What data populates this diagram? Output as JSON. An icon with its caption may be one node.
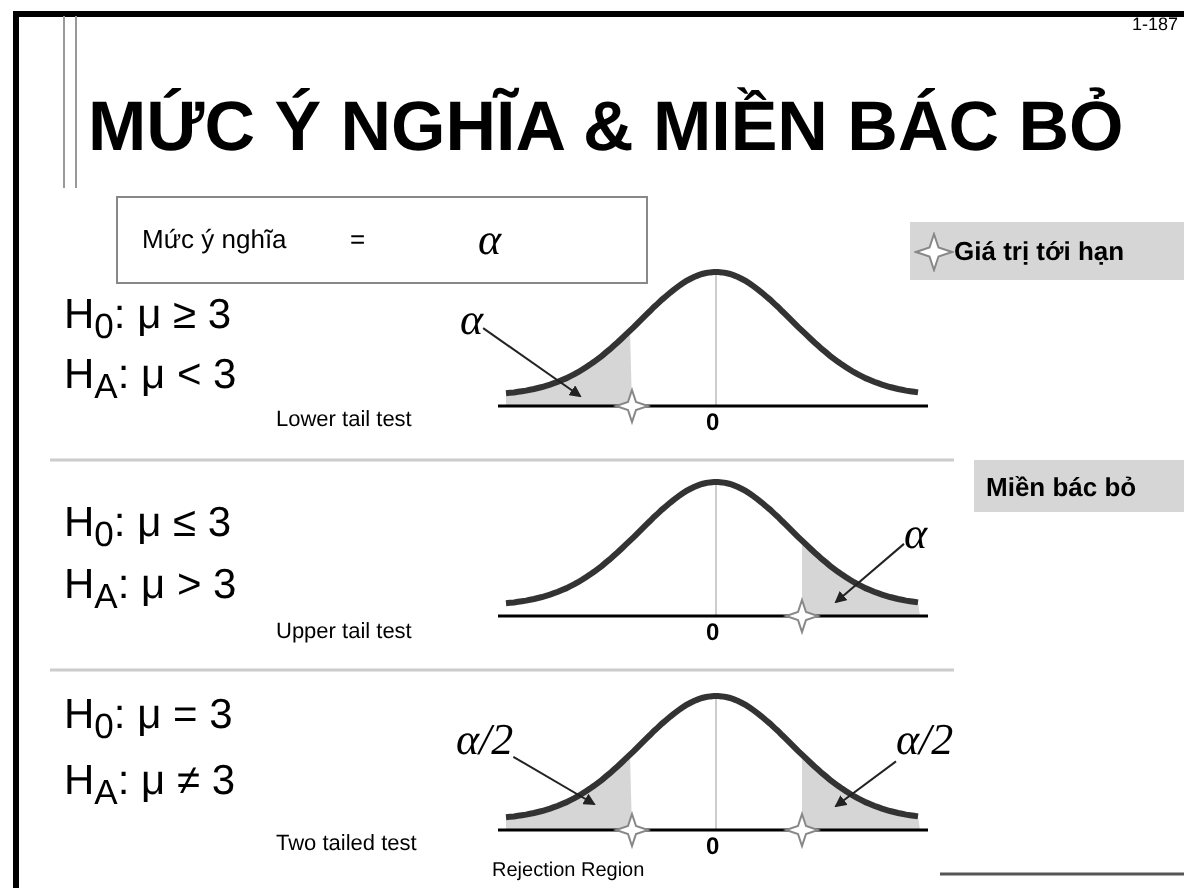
{
  "diagram": {
    "title": "MỨC Ý NGHĨA & MIỀN BÁC BỎ",
    "nodes": [
      {
        "text": [
          "Mức ý nghĩa",
          "=",
          "α"
        ]
      },
      {
        "text": [
          "Giá trị tới hạn"
        ]
      },
      {
        "text": [
          "Miền bác bỏ"
        ]
      },
      {
        "text": [
          "α"
        ]
      },
      {
        "text": [
          "α"
        ]
      },
      {
        "text": [
          "α/2"
        ]
      },
      {
        "text": [
          "α/2"
        ]
      },
      {
        "text": [],
        "shape": "area"
      },
      {
        "text": [],
        "shape": "area"
      },
      {
        "text": [],
        "shape": "area"
      },
      {
        "text": [],
        "shape": "area"
      }
    ],
    "edges": [
      {
        "from": 3,
        "to": 7,
        "arrow": "to"
      },
      {
        "from": 4,
        "to": 8,
        "arrow": "to"
      },
      {
        "from": 5,
        "to": 9,
        "arrow": "to"
      },
      {
        "from": 6,
        "to": 10,
        "arrow": "to"
      }
    ],
    "labels": [
      "1-187",
      "H$_{0}$: μ ≥ 3",
      "H$_{A}$: μ < 3",
      "Lower tail test",
      "0",
      "H$_{0}$: μ ≤ 3",
      "H$_{A}$: μ > 3",
      "Upper tail test",
      "0",
      "H$_{0}$: μ = 3",
      "H$_{A}$: μ ≠ 3",
      "Two tailed test",
      "0",
      "Rejection Region"
    ]
  }
}
